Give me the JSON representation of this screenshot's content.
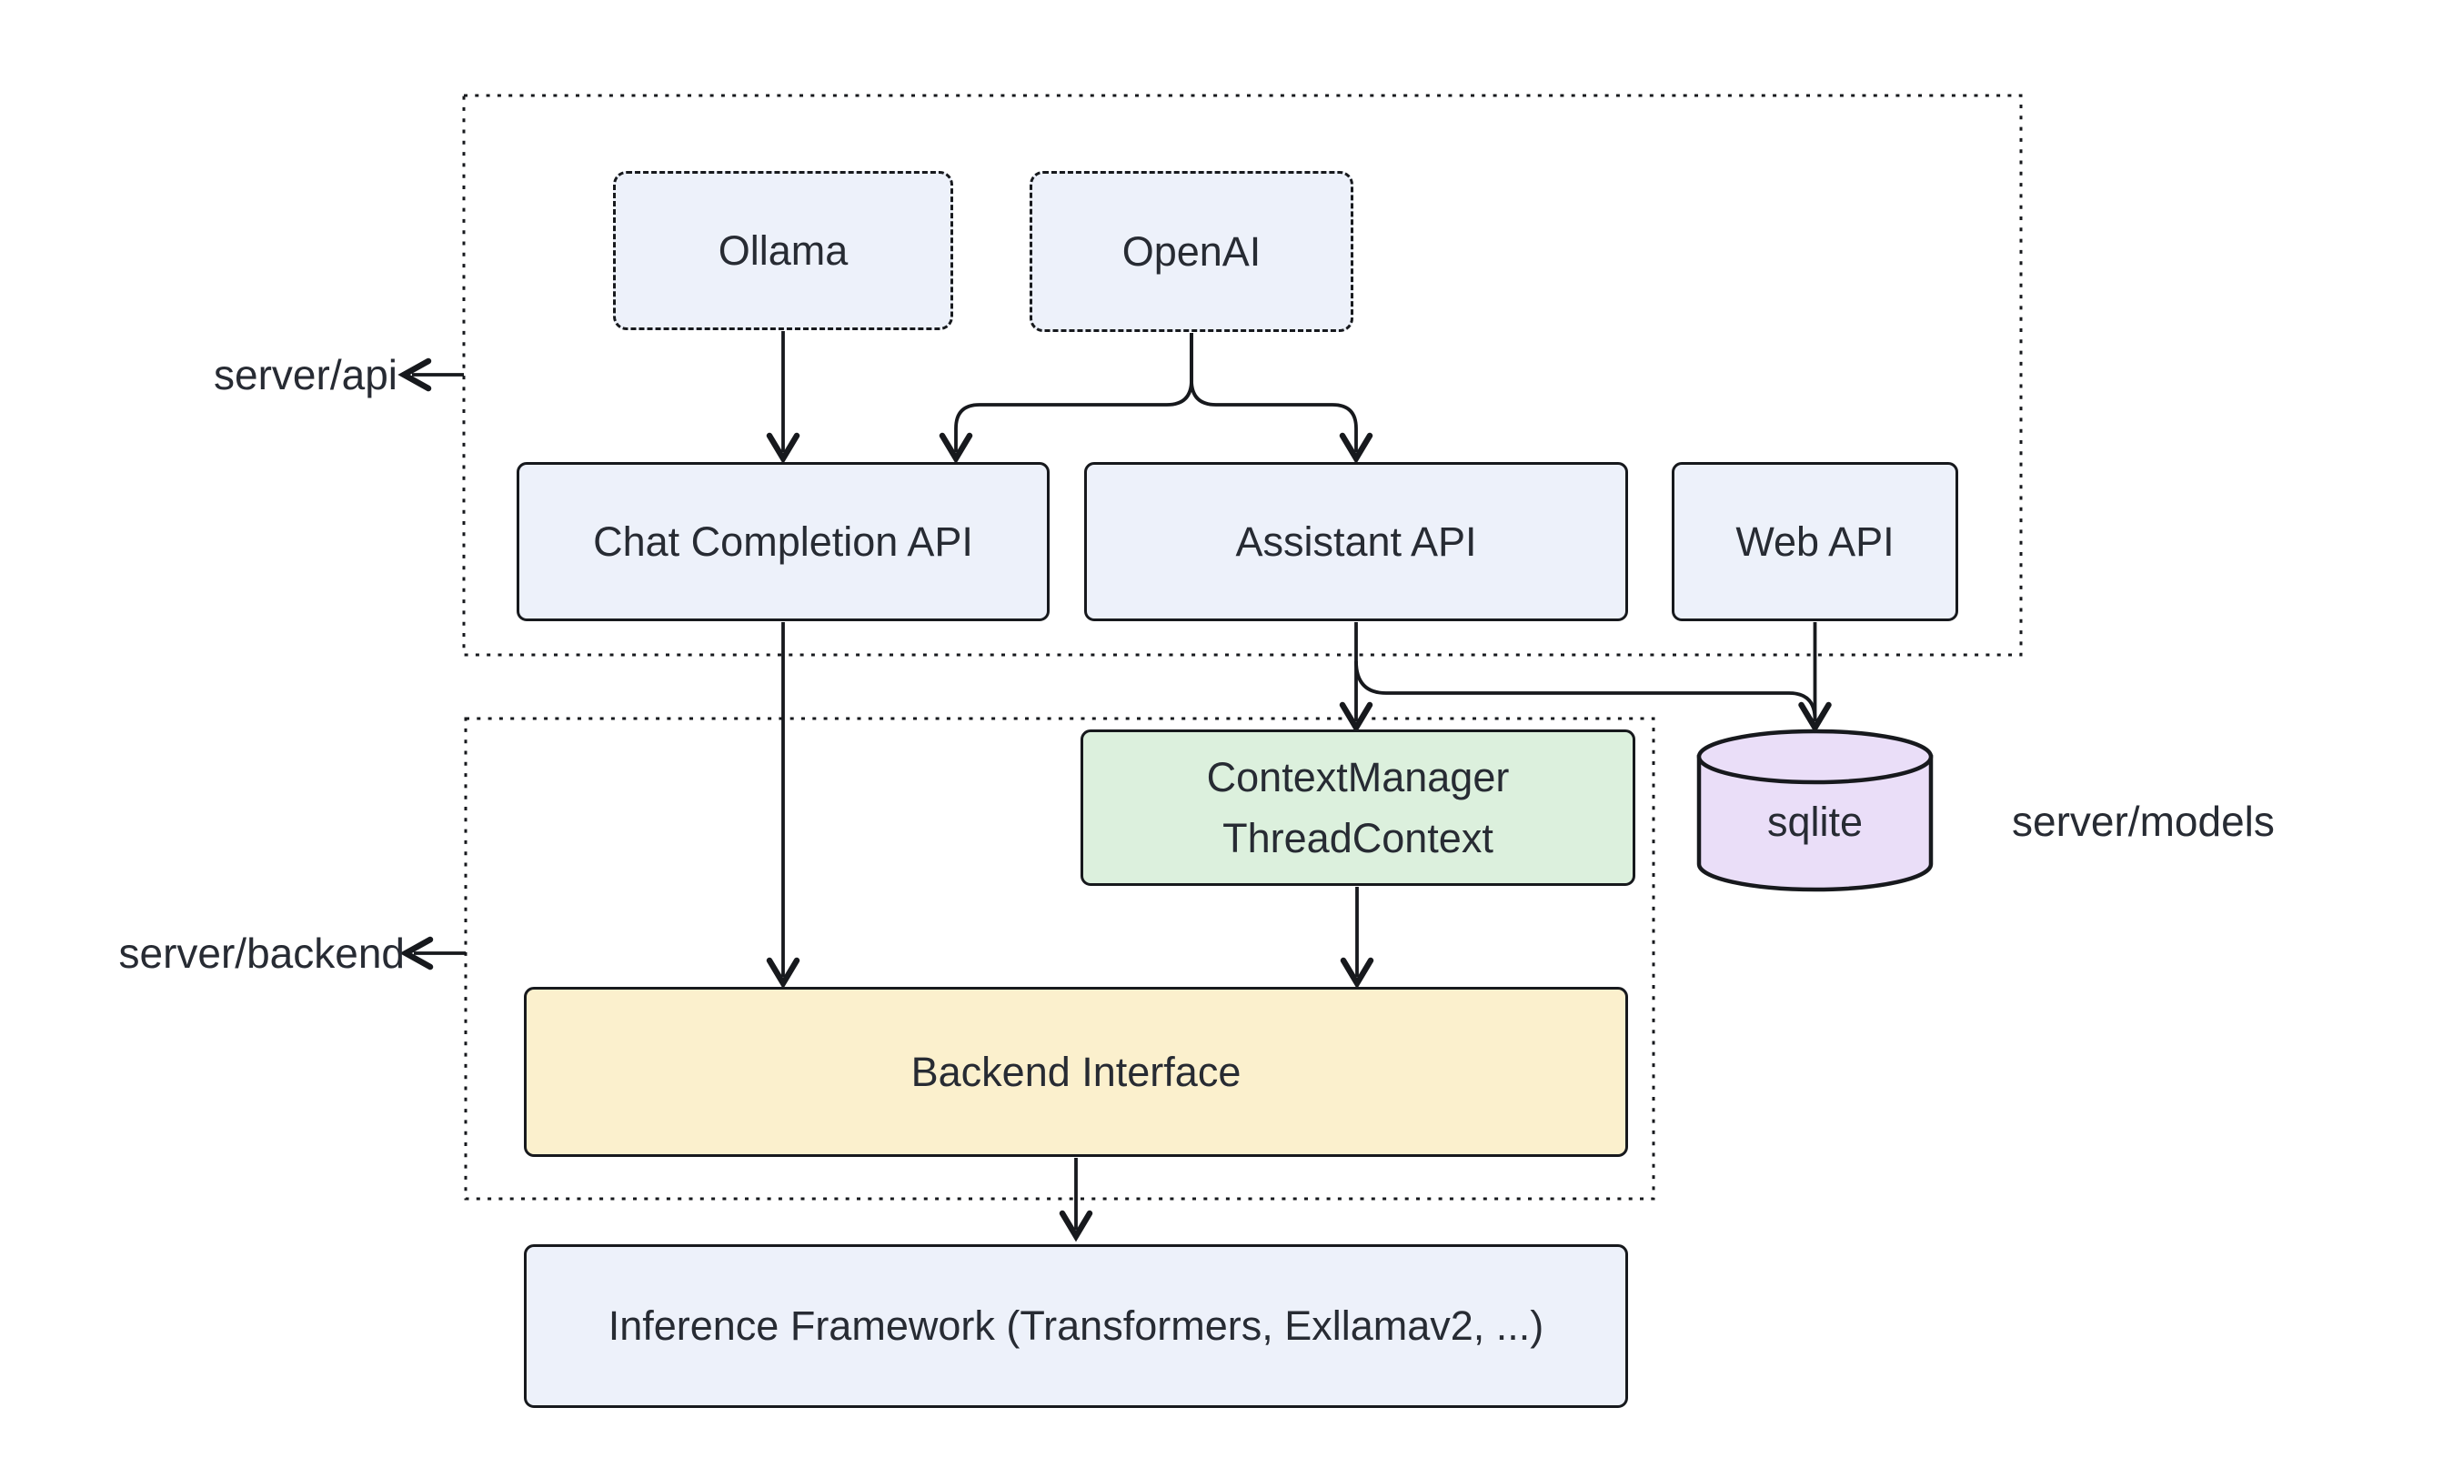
{
  "nodes": {
    "ollama": {
      "label": "Ollama"
    },
    "openai": {
      "label": "OpenAI"
    },
    "chat_completion_api": {
      "label": "Chat Completion API"
    },
    "assistant_api": {
      "label": "Assistant API"
    },
    "web_api": {
      "label": "Web API"
    },
    "context_manager": {
      "line1": "ContextManager",
      "line2": "ThreadContext"
    },
    "sqlite": {
      "label": "sqlite"
    },
    "backend_interface": {
      "label": "Backend Interface"
    },
    "inference_framework": {
      "label": "Inference Framework (Transformers, Exllamav2, ...)"
    }
  },
  "group_labels": {
    "server_api": "server/api",
    "server_backend": "server/backend",
    "server_models": "server/models"
  },
  "edges": [
    {
      "from": "Ollama",
      "to": "Chat Completion API"
    },
    {
      "from": "OpenAI",
      "to": "Chat Completion API"
    },
    {
      "from": "OpenAI",
      "to": "Assistant API"
    },
    {
      "from": "Chat Completion API",
      "to": "Backend Interface"
    },
    {
      "from": "Assistant API",
      "to": "ContextManager ThreadContext"
    },
    {
      "from": "Assistant API",
      "to": "sqlite"
    },
    {
      "from": "Web API",
      "to": "sqlite"
    },
    {
      "from": "ContextManager ThreadContext",
      "to": "Backend Interface"
    },
    {
      "from": "Backend Interface",
      "to": "Inference Framework (Transformers, Exllamav2, ...)"
    }
  ],
  "colors": {
    "background": "#ffffff",
    "node_blue": "#edf1fa",
    "node_green": "#dcf0dd",
    "node_yellow": "#fbf0cd",
    "node_purple": "#eadef8",
    "stroke": "#17191d",
    "text": "#272b33"
  }
}
